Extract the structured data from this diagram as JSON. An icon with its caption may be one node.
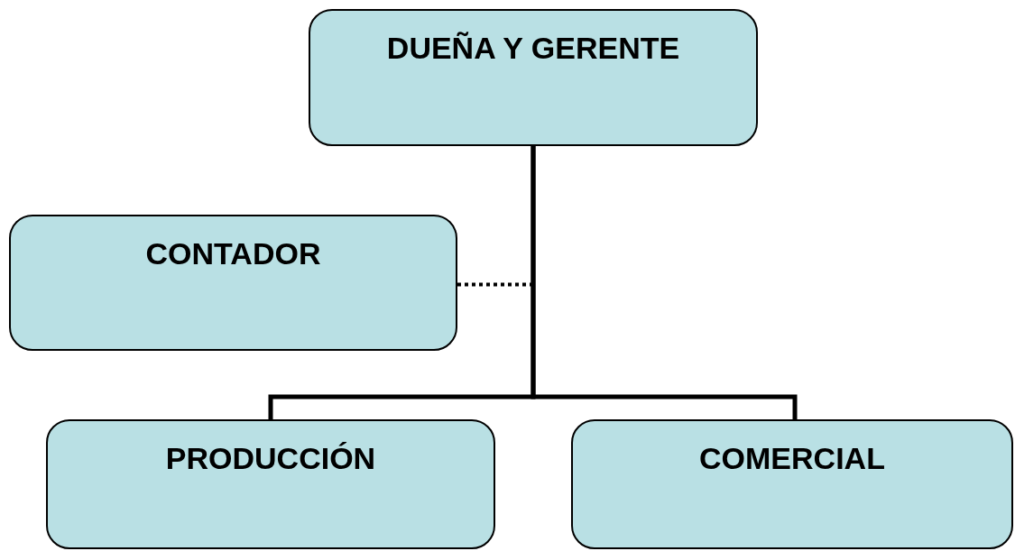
{
  "diagram": {
    "nodes": [
      {
        "text": [
          "DUEÑA Y GERENTE"
        ]
      },
      {
        "text": [
          "CONTADOR"
        ]
      },
      {
        "text": [
          "PRODUCCIÓN"
        ]
      },
      {
        "text": [
          "COMERCIAL"
        ]
      }
    ],
    "edges": [
      {
        "from": 0,
        "to": 2,
        "arrow": "none"
      },
      {
        "from": 0,
        "to": 3,
        "arrow": "none"
      },
      {
        "from": 1,
        "to": 0,
        "arrow": "none",
        "style": "dashed"
      }
    ]
  }
}
